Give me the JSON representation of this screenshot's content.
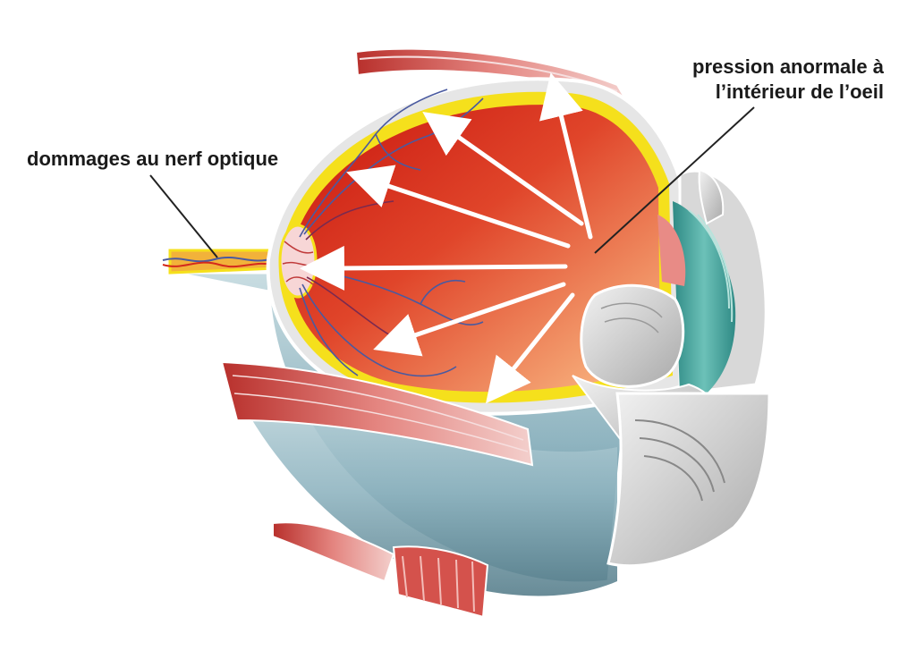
{
  "labels": {
    "optic_nerve_damage": "dommages au nerf optique",
    "abnormal_pressure_line1": "pression anormale  à",
    "abnormal_pressure_line2": "l’intérieur de l’oeil"
  },
  "colors": {
    "background": "#ffffff",
    "interior_red": "#d42a1c",
    "interior_orange": "#f7a86a",
    "retina_yellow": "#f5e01c",
    "sclera_blue": "#9fc2cc",
    "sclera_dark": "#5f8896",
    "muscle_red": "#c9423e",
    "cornea_teal": "#3f9e98",
    "lens_grey": "#d9d9d9",
    "vessel_blue": "#4a5aa0",
    "arrow_white": "#ffffff",
    "leader_line": "#222222"
  }
}
